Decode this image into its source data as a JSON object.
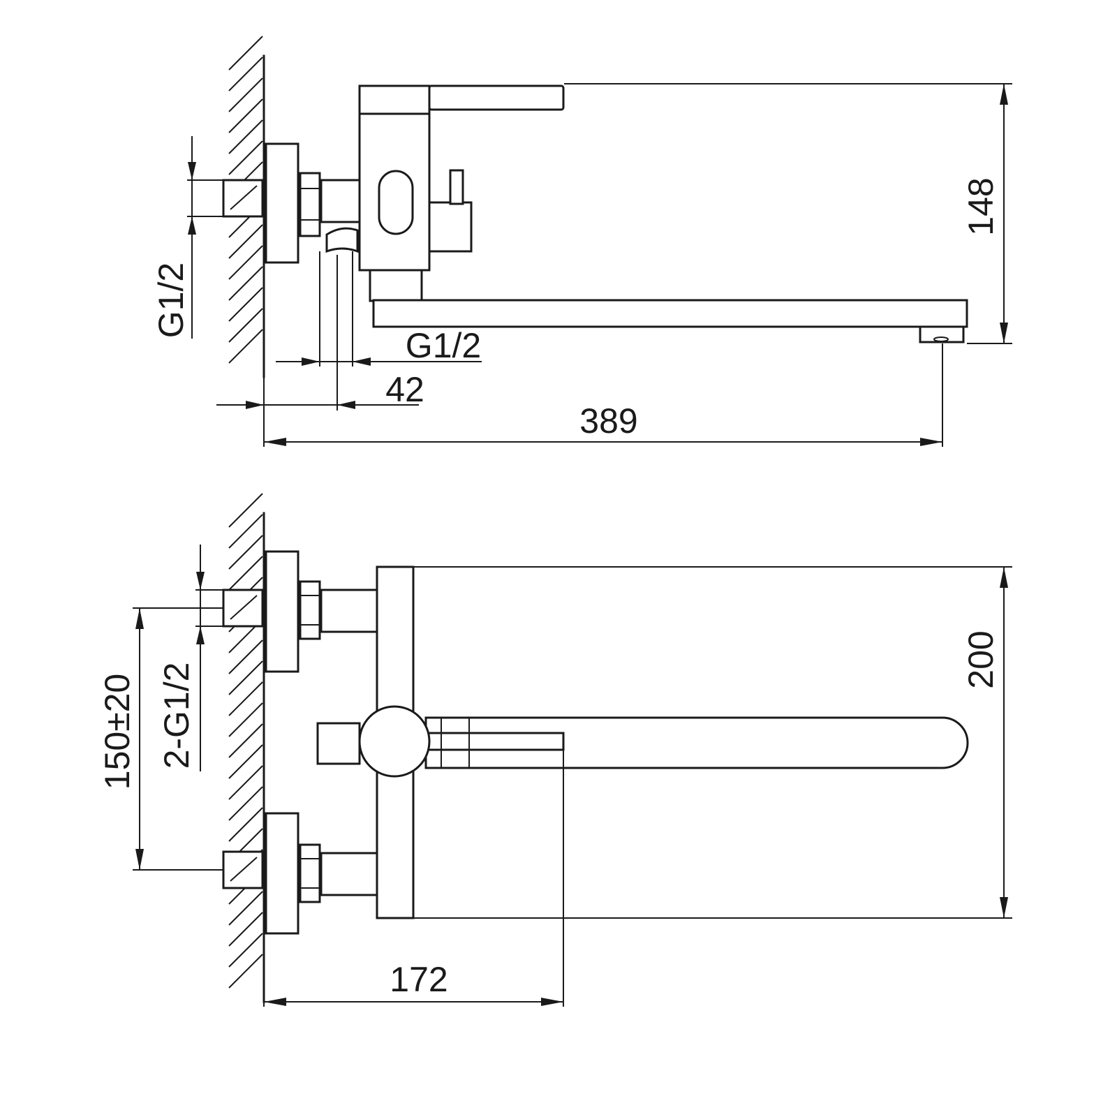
{
  "drawing": {
    "side_view": {
      "dims": {
        "height_label": "148",
        "inlet_label": "G1/2",
        "outlet_label": "G1/2",
        "offset_label": "42",
        "reach_label": "389"
      }
    },
    "top_view": {
      "dims": {
        "height_label": "200",
        "inlet_label": "2-G1/2",
        "spacing_label": "150±20",
        "depth_label": "172"
      }
    }
  }
}
